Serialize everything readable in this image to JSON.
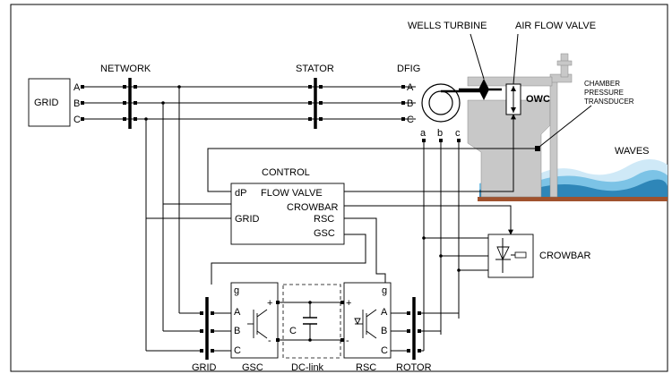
{
  "labels": {
    "grid_box": "GRID",
    "network": "NETWORK",
    "stator": "STATOR",
    "dfig": "DFIG",
    "wells_turbine": "WELLS TURBINE",
    "air_flow_valve": "AIR FLOW VALVE",
    "owc": "OWC",
    "chamber_line1": "CHAMBER",
    "chamber_line2": "PRESSURE",
    "chamber_line3": "TRANSDUCER",
    "waves": "WAVES",
    "control_title": "CONTROL",
    "ctrl_dp": "dP",
    "ctrl_flow_valve": "FLOW VALVE",
    "ctrl_crowbar": "CROWBAR",
    "ctrl_grid": "GRID",
    "ctrl_rsc": "RSC",
    "ctrl_gsc": "GSC",
    "crowbar": "CROWBAR",
    "capacitor": "C",
    "bottom_grid": "GRID",
    "bottom_gsc": "GSC",
    "bottom_dclink": "DC-link",
    "bottom_rsc": "RSC",
    "bottom_rotor": "ROTOR",
    "phase_a": "A",
    "phase_b": "B",
    "phase_c": "C",
    "rotor_a": "a",
    "rotor_b": "b",
    "rotor_c": "c",
    "gate": "g",
    "plus": "+",
    "minus": "-"
  },
  "colors": {
    "wave_dark": "#2e86b8",
    "wave_mid": "#7cc3e6",
    "wave_light": "#cfe9f7",
    "seabed": "#a0522d",
    "structure": "#c8c8c8"
  }
}
